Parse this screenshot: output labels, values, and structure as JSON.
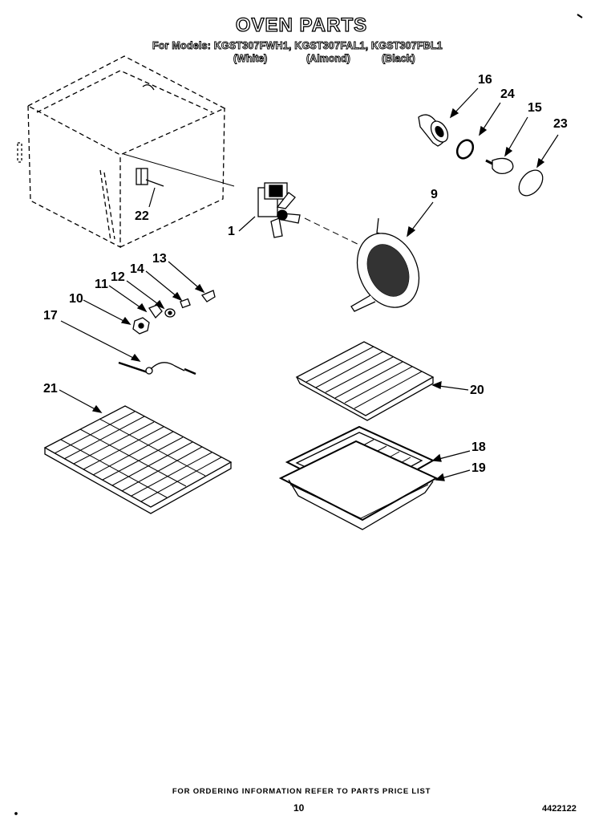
{
  "title": "OVEN PARTS",
  "models_line": "For Models: KGST307FWH1, KGST307FAL1, KGST307FBL1",
  "colors": [
    "(White)",
    "(Almond)",
    "(Black)"
  ],
  "part_numbers": {
    "p1": "1",
    "p9": "9",
    "p10": "10",
    "p11": "11",
    "p12": "12",
    "p13": "13",
    "p14": "14",
    "p15": "15",
    "p16": "16",
    "p17": "17",
    "p18": "18",
    "p19": "19",
    "p20": "20",
    "p21": "21",
    "p22": "22",
    "p23": "23",
    "p24": "24"
  },
  "footer": "FOR ORDERING INFORMATION REFER TO PARTS PRICE LIST",
  "page_number": "10",
  "document_number": "4422122"
}
